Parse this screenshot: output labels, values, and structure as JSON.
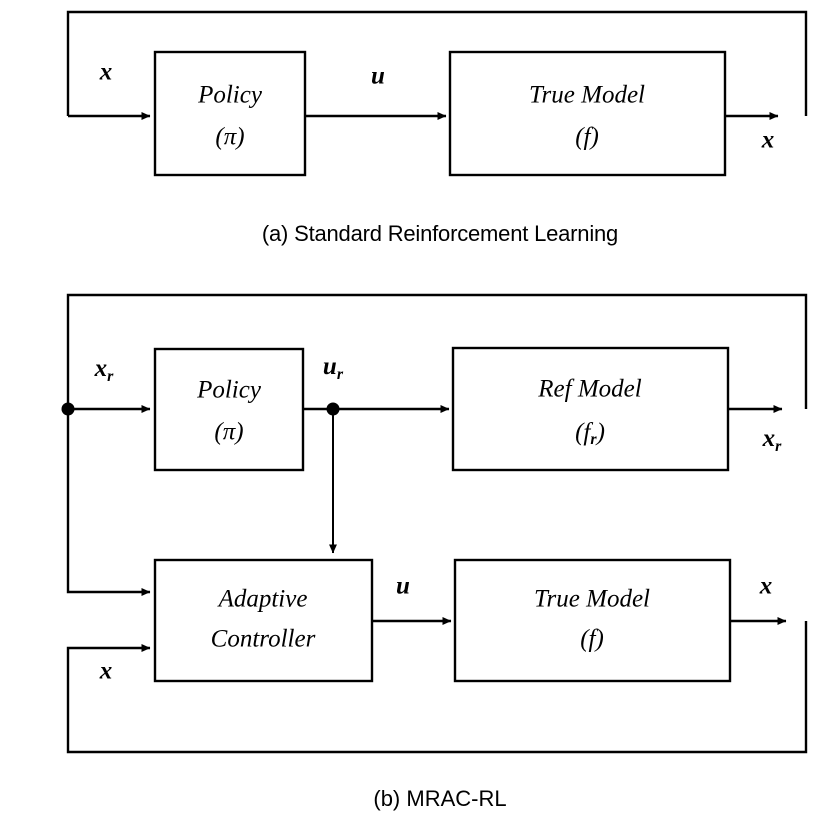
{
  "figure": {
    "background_color": "#ffffff",
    "line_color": "#000000",
    "panels": [
      {
        "id": "panel-a",
        "caption": "(a) Standard Reinforcement Learning",
        "blocks": [
          {
            "id": "policy-a",
            "line1": "Policy",
            "line2": "(π)"
          },
          {
            "id": "true-model-a",
            "line1": "True Model",
            "line2": "(f)"
          }
        ],
        "signals": [
          {
            "id": "state-input-a",
            "base": "x",
            "sub": ""
          },
          {
            "id": "control-a",
            "base": "u",
            "sub": ""
          },
          {
            "id": "state-output-a",
            "base": "x",
            "sub": ""
          }
        ]
      },
      {
        "id": "panel-b",
        "caption": "(b) MRAC-RL",
        "blocks": [
          {
            "id": "policy-b",
            "line1": "Policy",
            "line2": "(π)"
          },
          {
            "id": "ref-model-b",
            "line1": "Ref Model",
            "line2": "(f",
            "line2_sub": "r",
            "line2_tail": ")"
          },
          {
            "id": "adaptive-controller-b",
            "line1": "Adaptive",
            "line2": "Controller"
          },
          {
            "id": "true-model-b",
            "line1": "True Model",
            "line2": "(f)"
          }
        ],
        "signals": [
          {
            "id": "ref-state-input-b",
            "base": "x",
            "sub": "r"
          },
          {
            "id": "ref-control-b",
            "base": "u",
            "sub": "r"
          },
          {
            "id": "ref-state-output-b",
            "base": "x",
            "sub": "r"
          },
          {
            "id": "control-b",
            "base": "u",
            "sub": ""
          },
          {
            "id": "true-state-feedback-b",
            "base": "x",
            "sub": ""
          },
          {
            "id": "true-state-output-b",
            "base": "x",
            "sub": ""
          }
        ]
      }
    ]
  },
  "labels": {
    "policy_line1": "Policy",
    "policy_pi": "(π)",
    "true_model_line1": "True Model",
    "true_model_f": "(f)",
    "ref_model_line1": "Ref Model",
    "ref_model_open": "(f",
    "ref_model_sub": "r",
    "ref_model_close": ")",
    "adaptive_line1": "Adaptive",
    "adaptive_line2": "Controller",
    "caption_a": "(a) Standard Reinforcement Learning",
    "caption_b": "(b) MRAC-RL",
    "x": "x",
    "u": "u",
    "sub_r": "r"
  }
}
